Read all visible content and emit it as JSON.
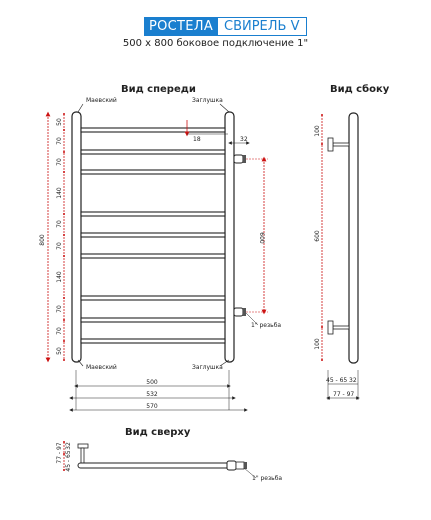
{
  "header": {
    "brand": "РОСТЕЛА",
    "model": "СВИРЕЛЬ V",
    "spec": "500 x 800 боковое подключение 1\""
  },
  "views": {
    "front": "Вид спереди",
    "side": "Вид сбоку",
    "top": "Вид сверху"
  },
  "labels": {
    "mayevsky_top": "Маевский",
    "plug_top": "Заглушка",
    "mayevsky_bottom": "Маевский",
    "plug_bottom": "Заглушка",
    "thread_front": "1\" резьба",
    "thread_top": "1\" резьба"
  },
  "front_dims": {
    "left_segments": [
      "50",
      "70",
      "70",
      "140",
      "70",
      "70",
      "140",
      "70",
      "70",
      "50"
    ],
    "total_height": "800",
    "center_spacing": "600",
    "offset_18": "18",
    "offset_32": "32",
    "width_500": "500",
    "width_532": "532",
    "width_570": "570"
  },
  "side_dims": {
    "top_100": "100",
    "middle_600": "600",
    "bottom_100": "100",
    "depth_a": "45 - 65",
    "depth_b": "32",
    "depth_total": "77 - 97"
  },
  "top_dims": {
    "depth_total": "77 - 97",
    "depth_a": "32",
    "depth_b": "45 - 65"
  },
  "colors": {
    "brand": "#1a7fcf",
    "dimension_red": "#cc1111",
    "outline": "#222222"
  }
}
